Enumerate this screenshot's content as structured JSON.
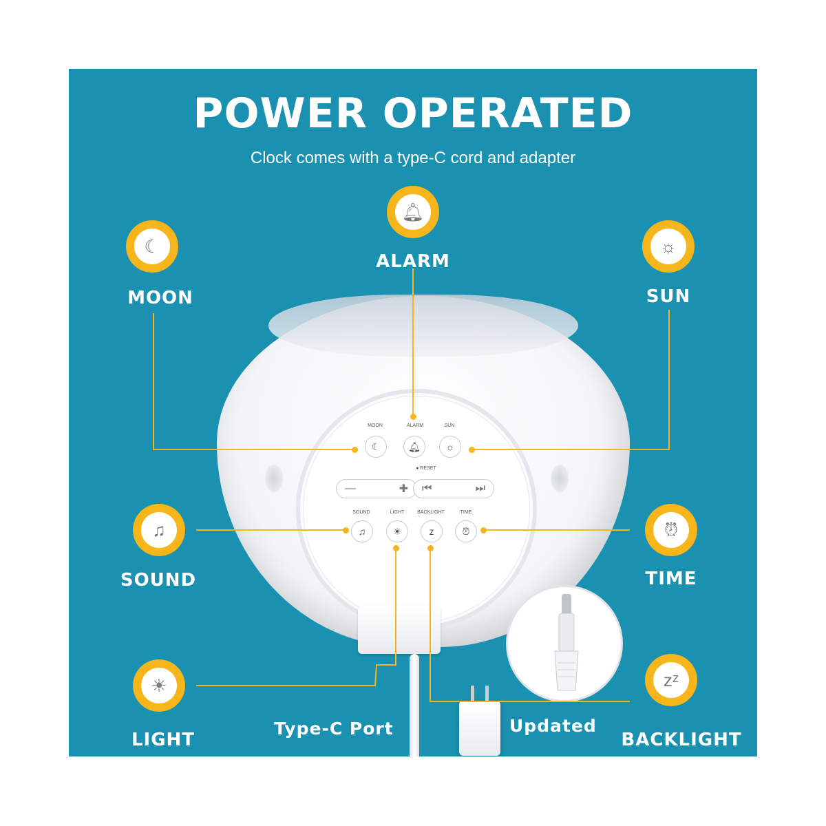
{
  "header": {
    "title": "POWER OPERATED",
    "subtitle": "Clock comes with a type-C cord and adapter"
  },
  "features": {
    "alarm": "ALARM",
    "moon": "MOON",
    "sun": "SUN",
    "sound": "SOUND",
    "time": "TIME",
    "light": "LIGHT",
    "backlight": "BACKLIGHT"
  },
  "callouts": {
    "port": "Type-C Port",
    "updated": "Updated"
  },
  "dial": {
    "moon": "MOON",
    "alarm": "ALARM",
    "sun": "SUN",
    "reset": "● RESET",
    "sound": "SOUND",
    "light": "LIGHT",
    "backlight": "BACKLIGHT",
    "time": "TIME"
  },
  "colors": {
    "background": "#1a91b0",
    "accent": "#f5b51b",
    "text": "#ffffff"
  },
  "icons": [
    "bell-icon",
    "moon-icon",
    "sun-icon",
    "music-note-icon",
    "alarm-clock-icon",
    "light-bulb-icon",
    "sleep-zz-icon"
  ]
}
